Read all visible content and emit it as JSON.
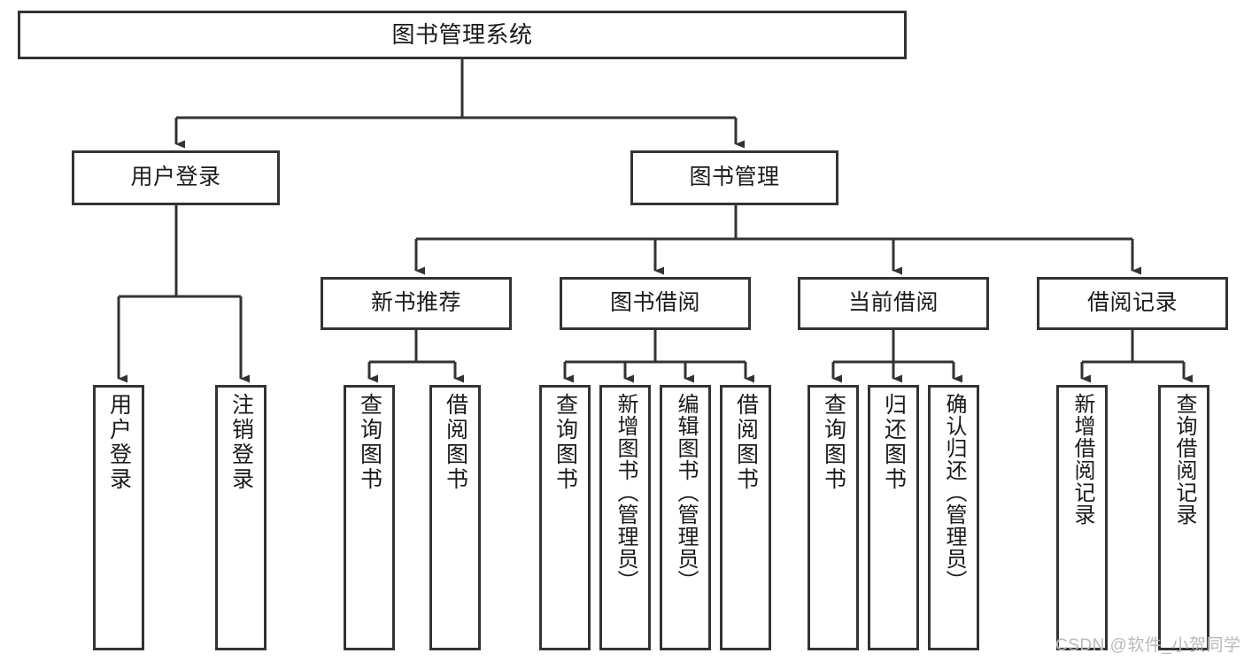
{
  "diagram": {
    "title": "图书管理系统",
    "type": "tree-hierarchy",
    "background_color": "#ffffff",
    "node_border_color": "#333333",
    "node_fill_color": "#ffffff",
    "text_color": "#1a1a1a"
  },
  "nodes": {
    "root": {
      "label": "图书管理系统"
    },
    "level2": [
      {
        "id": "user-login",
        "label": "用户登录"
      },
      {
        "id": "book-manage",
        "label": "图书管理"
      }
    ],
    "level3": [
      {
        "id": "new-book-recommend",
        "label": "新书推荐"
      },
      {
        "id": "book-borrow",
        "label": "图书借阅"
      },
      {
        "id": "current-borrow",
        "label": "当前借阅"
      },
      {
        "id": "borrow-record",
        "label": "借阅记录"
      }
    ],
    "leaves": {
      "user_login": [
        {
          "id": "leaf-user-login",
          "label": "用户登录"
        },
        {
          "id": "leaf-logout-login",
          "label": "注销登录"
        }
      ],
      "new_book_recommend": [
        {
          "id": "leaf-query-book-1",
          "label": "查询图书"
        },
        {
          "id": "leaf-borrow-book-1",
          "label": "借阅图书"
        }
      ],
      "book_borrow": [
        {
          "id": "leaf-query-book-2",
          "label": "查询图书"
        },
        {
          "id": "leaf-add-book",
          "label": "新增图书（管理员）"
        },
        {
          "id": "leaf-edit-book",
          "label": "编辑图书（管理员）"
        },
        {
          "id": "leaf-borrow-book-2",
          "label": "借阅图书"
        }
      ],
      "current_borrow": [
        {
          "id": "leaf-query-book-3",
          "label": "查询图书"
        },
        {
          "id": "leaf-return-book",
          "label": "归还图书"
        },
        {
          "id": "leaf-confirm-return",
          "label": "确认归还（管理员）"
        }
      ],
      "borrow_record": [
        {
          "id": "leaf-add-record",
          "label": "新增借阅记录"
        },
        {
          "id": "leaf-query-record",
          "label": "查询借阅记录"
        }
      ]
    }
  },
  "watermark": {
    "text": "CSDN @软件_小贺同学"
  }
}
